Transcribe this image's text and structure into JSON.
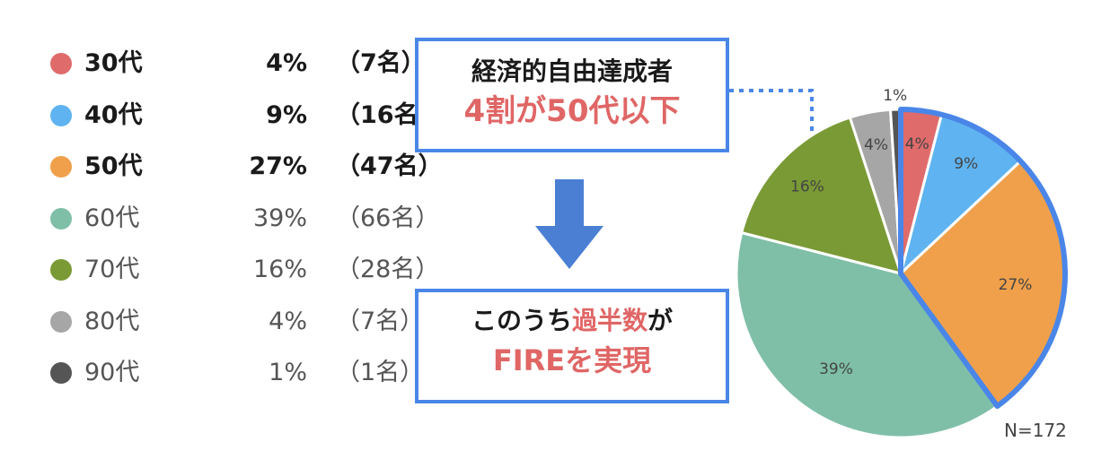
{
  "legend": [
    {
      "age": "30代",
      "pct": "4%",
      "count": "（7名）",
      "bold": true
    },
    {
      "age": "40代",
      "pct": "9%",
      "count": "（16名）",
      "bold": true
    },
    {
      "age": "50代",
      "pct": "27%",
      "count": "（47名）",
      "bold": true
    },
    {
      "age": "60代",
      "pct": "39%",
      "count": "（66名）",
      "bold": false
    },
    {
      "age": "70代",
      "pct": "16%",
      "count": "（28名）",
      "bold": false
    },
    {
      "age": "80代",
      "pct": "4%",
      "count": "（7名）",
      "bold": false
    },
    {
      "age": "90代",
      "pct": "1%",
      "count": "（1名）",
      "bold": false
    }
  ],
  "callout_top": {
    "line1": "経済的自由達成者",
    "line2": "4割が50代以下"
  },
  "callout_bottom": {
    "line1_pre": "このうち",
    "line1_highlight": "過半数",
    "line1_post": "が",
    "line2": "FIREを実現"
  },
  "n_label": "N=172",
  "colors": {
    "accent_box": "#4a86e8",
    "highlight_text": "#e06666",
    "arrow": "#4a7fd4"
  },
  "chart_data": {
    "type": "pie",
    "slices": [
      {
        "label": "30代",
        "value": 4,
        "data_label": "4%",
        "color": "#e06b6b"
      },
      {
        "label": "40代",
        "value": 9,
        "data_label": "9%",
        "color": "#5fb3f0"
      },
      {
        "label": "50代",
        "value": 27,
        "data_label": "27%",
        "color": "#f0a04b"
      },
      {
        "label": "60代",
        "value": 39,
        "data_label": "39%",
        "color": "#7fbfa8"
      },
      {
        "label": "70代",
        "value": 16,
        "data_label": "16%",
        "color": "#7a9a35"
      },
      {
        "label": "80代",
        "value": 4,
        "data_label": "4%",
        "color": "#a6a6a6"
      },
      {
        "label": "90代",
        "value": 1,
        "data_label": "1%",
        "color": "#555555"
      }
    ],
    "highlighted_slices": [
      "30代",
      "40代",
      "50代"
    ],
    "start": "12 o'clock",
    "direction": "clockwise"
  }
}
